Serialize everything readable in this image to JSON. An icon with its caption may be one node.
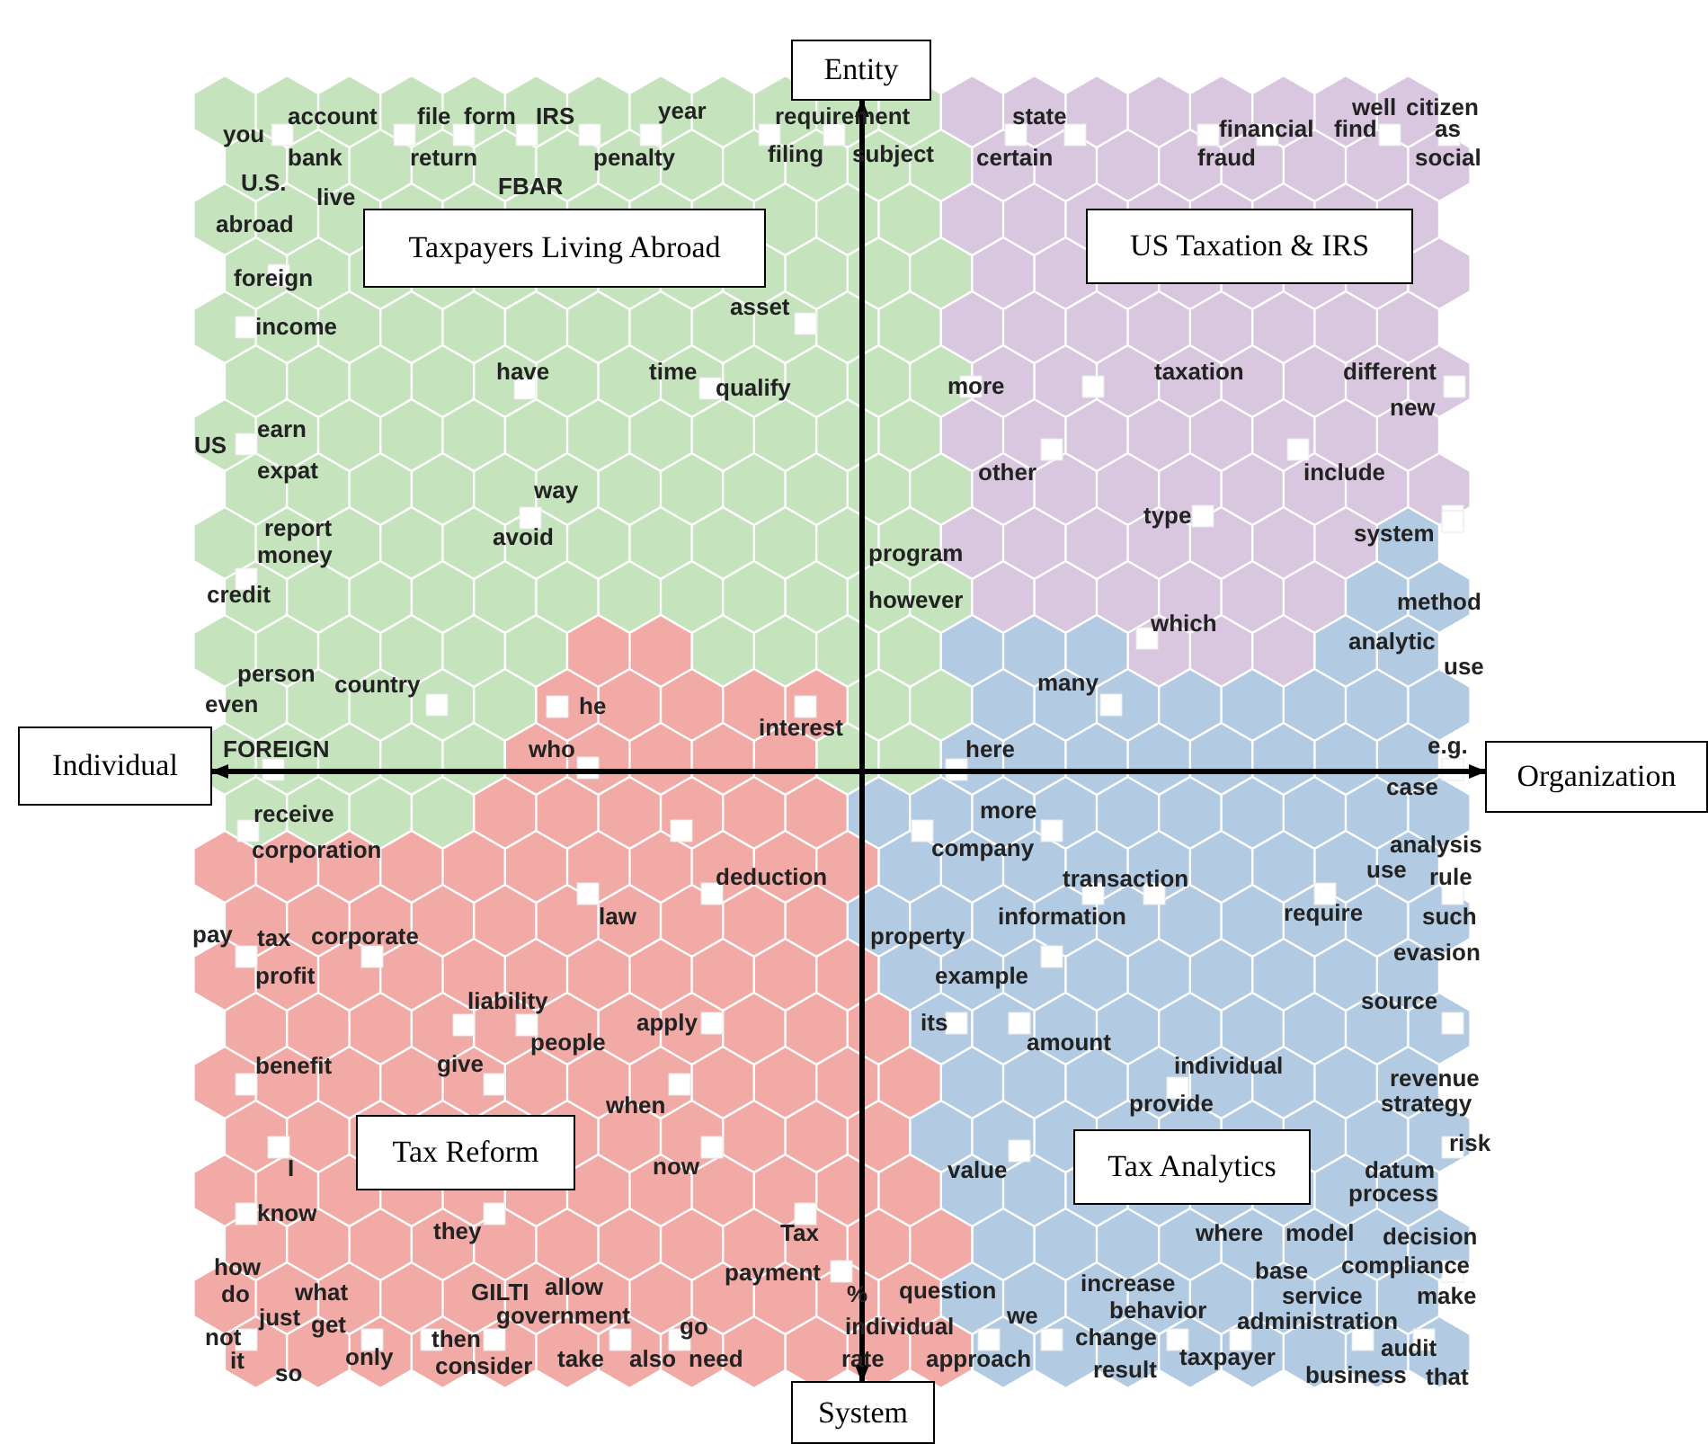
{
  "diagram": {
    "nodes": [
      {
        "text": [
          "Entity"
        ]
      },
      {
        "text": [
          "Individual"
        ]
      },
      {
        "text": [
          "Organization"
        ]
      },
      {
        "text": [
          "System"
        ]
      },
      {
        "text": [
          "Taxpayers Living Abroad"
        ]
      },
      {
        "text": [
          "US Taxation & IRS"
        ]
      },
      {
        "text": [
          "Tax Reform"
        ]
      },
      {
        "text": [
          "Tax Analytics"
        ]
      }
    ],
    "edges": [
      {
        "from": 0,
        "to": 3,
        "arrow": "both"
      },
      {
        "from": 1,
        "to": 2,
        "arrow": "both"
      }
    ],
    "labels": [
      "you",
      "account",
      "file",
      "form",
      "IRS",
      "year",
      "requirement",
      "state",
      "well",
      "citizen",
      "financial",
      "find",
      "as",
      "bank",
      "return",
      "penalty",
      "filing",
      "subject",
      "certain",
      "fraud",
      "social",
      "U.S.",
      "FBAR",
      "live",
      "abroad",
      "foreign",
      "asset",
      "income",
      "have",
      "time",
      "more",
      "taxation",
      "different",
      "qualify",
      "new",
      "US",
      "earn",
      "expat",
      "other",
      "include",
      "way",
      "type",
      "report",
      "avoid",
      "system",
      "money",
      "program",
      "credit",
      "however",
      "method",
      "which",
      "analytic",
      "use",
      "person",
      "country",
      "many",
      "even",
      "he",
      "interest",
      "FOREIGN",
      "who",
      "here",
      "e.g.",
      "case",
      "more",
      "receive",
      "corporation",
      "company",
      "analysis",
      "use",
      "deduction",
      "transaction",
      "rule",
      "law",
      "information",
      "require",
      "such",
      "pay",
      "tax",
      "corporate",
      "property",
      "evasion",
      "profit",
      "example",
      "liability",
      "source",
      "apply",
      "its",
      "people",
      "amount",
      "benefit",
      "give",
      "individual",
      "revenue",
      "when",
      "provide",
      "strategy",
      "risk",
      "I",
      "now",
      "value",
      "datum",
      "process",
      "know",
      "they",
      "Tax",
      "where",
      "model",
      "decision",
      "how",
      "payment",
      "increase",
      "base",
      "compliance",
      "do",
      "what",
      "GILTI",
      "allow",
      "%",
      "question",
      "service",
      "make",
      "just",
      "get",
      "government",
      "go",
      "individual",
      "we",
      "behavior",
      "administration",
      "not",
      "then",
      "change",
      "audit",
      "it",
      "so",
      "only",
      "consider",
      "take",
      "also",
      "need",
      "rate",
      "approach",
      "result",
      "taxpayer",
      "business",
      "that"
    ]
  }
}
